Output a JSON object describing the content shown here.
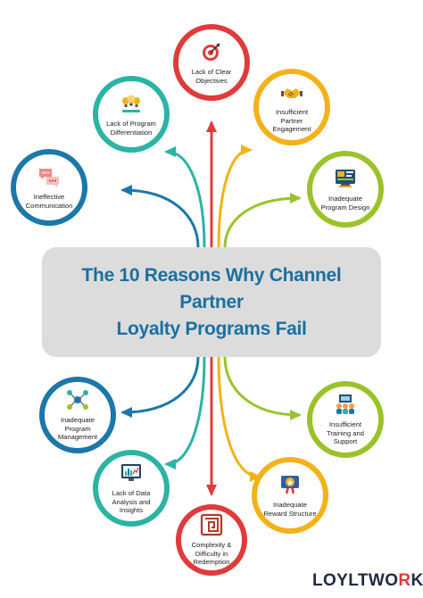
{
  "title": "The 10 Reasons Why Channel Partner Loyalty Programs Fail",
  "title_lines": [
    "The 10 Reasons Why Channel Partner",
    "Loyalty Programs Fail"
  ],
  "nodes": [
    {
      "id": "lack-of-clear-objectives",
      "label": "Lack of Clear Objectives",
      "color": "#e03b3b",
      "icon": "target-icon"
    },
    {
      "id": "insufficient-partner-engagement",
      "label": "Insufficient Partner Engagement",
      "color": "#f2b21a",
      "icon": "handshake-icon"
    },
    {
      "id": "inadequate-program-design",
      "label": "Inadequate Program Design",
      "color": "#9ac32b",
      "icon": "design-board-icon"
    },
    {
      "id": "insufficient-training-and-support",
      "label": "Insufficient Training and Support",
      "color": "#9ac32b",
      "icon": "training-group-icon"
    },
    {
      "id": "inadequate-reward-structure",
      "label": "Inadequate Reward Structure",
      "color": "#f2b21a",
      "icon": "reward-badge-icon"
    },
    {
      "id": "complexity-and-difficulty-in-redemption",
      "label": "Complexity &  Difficulty in Redemption",
      "color": "#e03b3b",
      "icon": "maze-icon"
    },
    {
      "id": "lack-of-data-analysis-and-insights",
      "label": "Lack of Data Analysis and Insights",
      "color": "#2bb3a3",
      "icon": "analytics-screen-icon"
    },
    {
      "id": "inadequate-program-management",
      "label": "Inadequate Program Management",
      "color": "#1b78a8",
      "icon": "network-management-icon"
    },
    {
      "id": "ineffective-communication",
      "label": "Ineffective Communication",
      "color": "#1b78a8",
      "icon": "chat-bubbles-icon"
    },
    {
      "id": "lack-of-program-differentiation",
      "label": "Lack of Program Differentiation",
      "color": "#2bb3a3",
      "icon": "lightbulbs-icon"
    }
  ],
  "brand": {
    "logo_text": "LOYLTWORKS",
    "accent": "#e03b3b"
  }
}
